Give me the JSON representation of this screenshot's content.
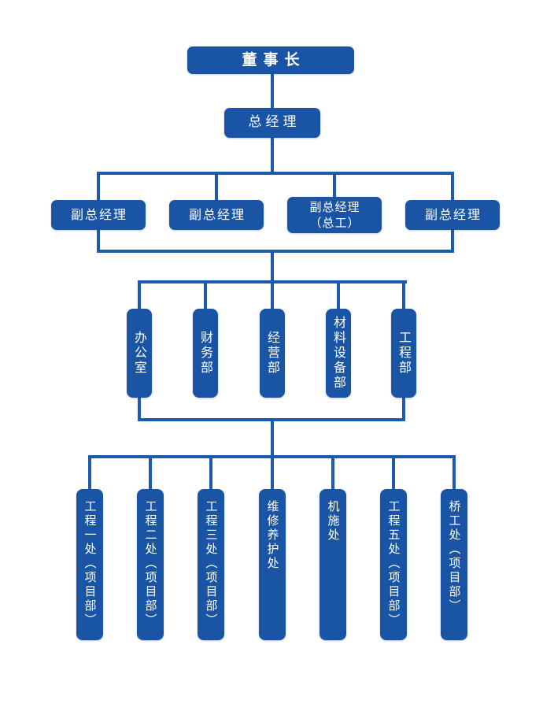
{
  "colors": {
    "box_blue": "#1a55a5",
    "line_blue": "#1e5aab",
    "text_white": "#ffffff",
    "background": "#ffffff"
  },
  "org": {
    "level1": {
      "label": "董事长"
    },
    "level2": {
      "label": "总经理"
    },
    "level3": [
      {
        "label": "副总经理"
      },
      {
        "label": "副总经理"
      },
      {
        "label": "副总经理",
        "label2": "（总工）"
      },
      {
        "label": "副总经理"
      }
    ],
    "level4": [
      {
        "label": "办公室"
      },
      {
        "label": "财务部"
      },
      {
        "label": "经营部"
      },
      {
        "label": "材料设备部"
      },
      {
        "label": "工程部"
      }
    ],
    "level5": [
      {
        "label": "工程一处（项目部）"
      },
      {
        "label": "工程二处（项目部）"
      },
      {
        "label": "工程三处（项目部）"
      },
      {
        "label": "维修养护处"
      },
      {
        "label": "机施处"
      },
      {
        "label": "工程五处（项目部）"
      },
      {
        "label": "桥工处（项目部）"
      }
    ]
  }
}
